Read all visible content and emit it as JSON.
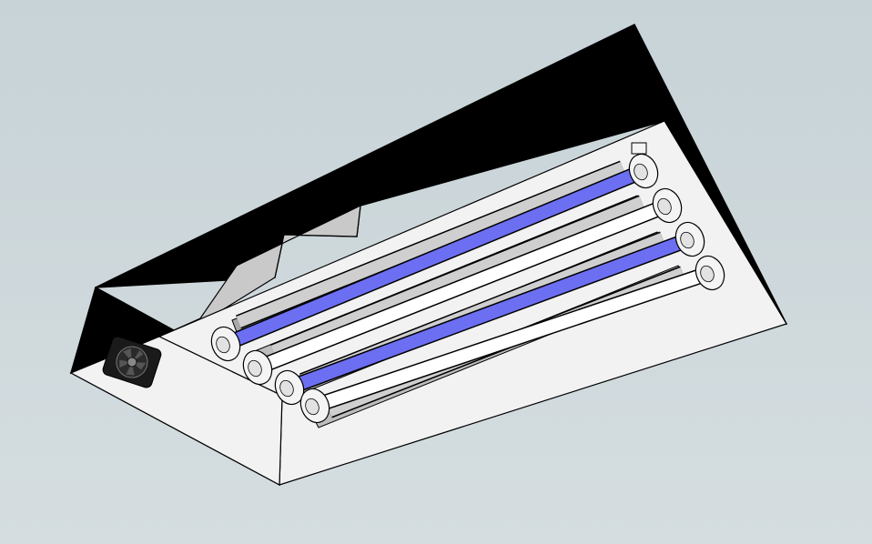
{
  "scene": {
    "subject": "fluorescent-light-fixture",
    "tube_count": 4,
    "fan_count": 1,
    "colors": {
      "background_top": "#c7d3d7",
      "background_bottom": "#d5dde0",
      "housing": "#000000",
      "reflector_face": "#f2f2f2",
      "reflector_side": "#c9c9c9",
      "reflector_trough": "#a9a9a9",
      "tube_blue": "#6c6ff2",
      "tube_white": "#ffffff",
      "tube_gray": "#cfcfcf",
      "end_cap": "#f4f4f4",
      "fan_frame": "#1a1a1a",
      "fan_blade": "#555555",
      "outline": "#000000"
    },
    "tubes": [
      {
        "color": "blue"
      },
      {
        "color": "white"
      },
      {
        "color": "blue"
      },
      {
        "color": "white"
      }
    ]
  }
}
